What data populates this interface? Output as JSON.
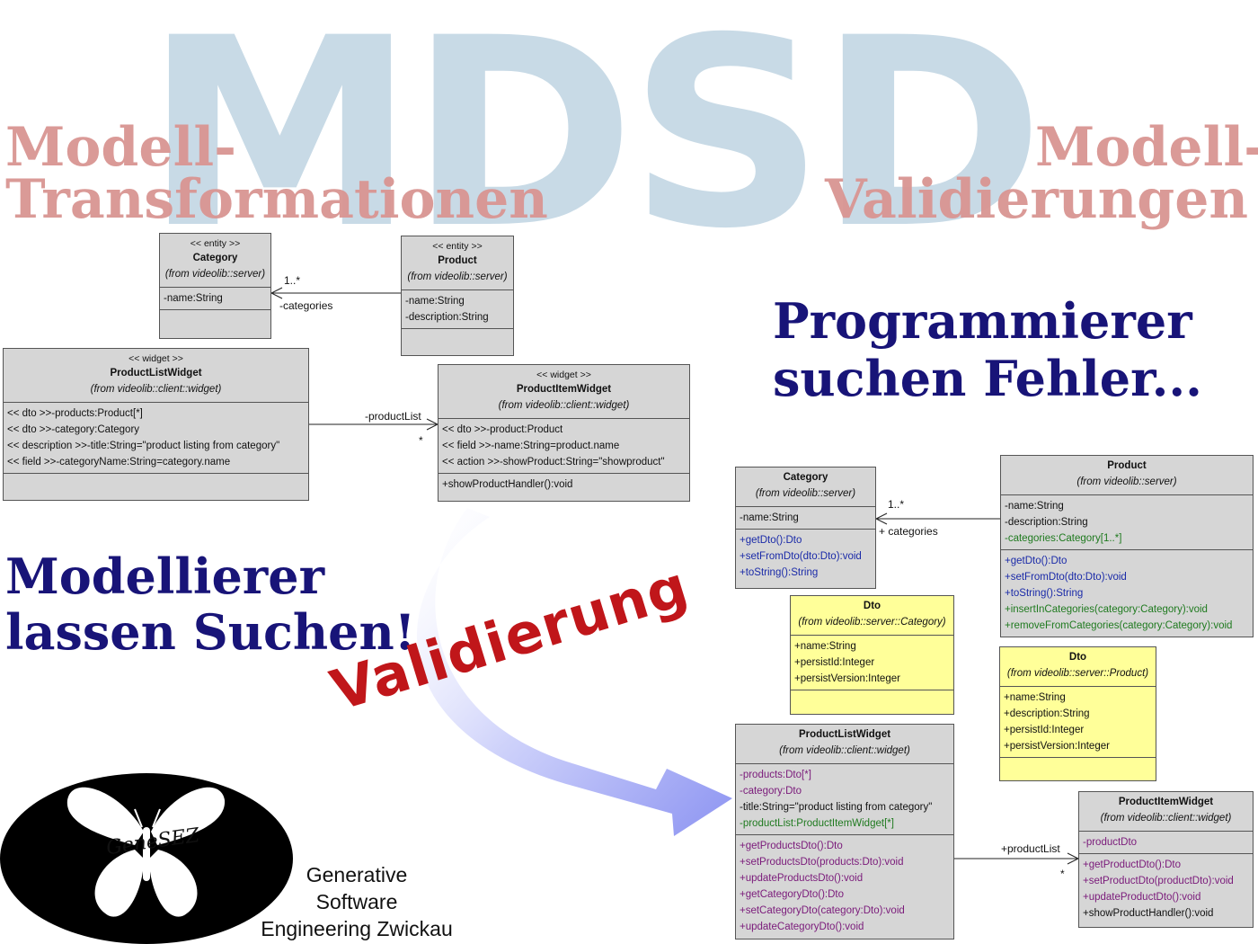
{
  "background": {
    "mdsd": "MDSD",
    "left_heading": [
      "Modell-",
      "Transformationen"
    ],
    "right_heading": [
      "Modell-",
      "Validierungen"
    ]
  },
  "headlines": {
    "programmers": [
      "Programmierer",
      "suchen Fehler..."
    ],
    "modellers": [
      "Modellierer",
      "lassen Suchen!"
    ],
    "arrow_label": "Validierung"
  },
  "logo": {
    "text": "GeneSEZ",
    "caption": [
      "Generative",
      "Software",
      "Engineering Zwickau"
    ]
  },
  "colors": {
    "mdsd_bg": "#c8dae6",
    "red_heading": "#d99592",
    "navy_heading": "#181478",
    "validierung": "#c0161a",
    "uml_gray": "#d6d6d6",
    "uml_yellow": "#ffff99"
  },
  "left_diagram": {
    "category": {
      "stereotype": "<< entity >>",
      "name": "Category",
      "from": "(from videolib::server)",
      "attributes": [
        "-name:String"
      ]
    },
    "product": {
      "stereotype": "<< entity >>",
      "name": "Product",
      "from": "(from videolib::server)",
      "attributes": [
        "-name:String",
        "-description:String"
      ]
    },
    "product_list_widget": {
      "stereotype": "<< widget >>",
      "name": "ProductListWidget",
      "from": "(from videolib::client::widget)",
      "attributes": [
        "<< dto >>-products:Product[*]",
        "<< dto >>-category:Category",
        "<< description >>-title:String=\"product listing from category\"",
        "<< field >>-categoryName:String=category.name"
      ]
    },
    "product_item_widget": {
      "stereotype": "<< widget >>",
      "name": "ProductItemWidget",
      "from": "(from videolib::client::widget)",
      "attributes": [
        "<< dto >>-product:Product",
        "<< field >>-name:String=product.name",
        "<< action >>-showProduct:String=\"showproduct\""
      ],
      "operations": [
        "+showProductHandler():void"
      ]
    },
    "assoc_categories": {
      "mult": "1..*",
      "role": "-categories"
    },
    "assoc_productlist": {
      "role": "-productList",
      "mult": "*"
    }
  },
  "right_diagram": {
    "category": {
      "name": "Category",
      "from": "(from videolib::server)",
      "attributes": [
        "-name:String"
      ],
      "operations": [
        "+getDto():Dto",
        "+setFromDto(dto:Dto):void",
        "+toString():String"
      ]
    },
    "product": {
      "name": "Product",
      "from": "(from videolib::server)",
      "attributes": [
        "-name:String",
        "-description:String",
        "-categories:Category[1..*]"
      ],
      "operations": [
        "+getDto():Dto",
        "+setFromDto(dto:Dto):void",
        "+toString():String",
        "+insertInCategories(category:Category):void",
        "+removeFromCategories(category:Category):void"
      ]
    },
    "dto_category": {
      "name": "Dto",
      "from": "(from videolib::server::Category)",
      "attributes": [
        "+name:String",
        "+persistId:Integer",
        "+persistVersion:Integer"
      ]
    },
    "dto_product": {
      "name": "Dto",
      "from": "(from videolib::server::Product)",
      "attributes": [
        "+name:String",
        "+description:String",
        "+persistId:Integer",
        "+persistVersion:Integer"
      ]
    },
    "product_list_widget": {
      "name": "ProductListWidget",
      "from": "(from videolib::client::widget)",
      "attributes": [
        "-products:Dto[*]",
        "-category:Dto",
        "-title:String=\"product listing from category\"",
        "-productList:ProductItemWidget[*]"
      ],
      "operations": [
        "+getProductsDto():Dto",
        "+setProductsDto(products:Dto):void",
        "+updateProductsDto():void",
        "+getCategoryDto():Dto",
        "+setCategoryDto(category:Dto):void",
        "+updateCategoryDto():void"
      ]
    },
    "product_item_widget": {
      "name": "ProductItemWidget",
      "from": "(from videolib::client::widget)",
      "attributes": [
        "-productDto"
      ],
      "operations": [
        "+getProductDto():Dto",
        "+setProductDto(productDto):void",
        "+updateProductDto():void",
        "+showProductHandler():void"
      ]
    },
    "assoc_categories": {
      "mult": "1..*",
      "role": "+ categories"
    },
    "assoc_productlist": {
      "role": "+productList",
      "mult": "*"
    }
  }
}
